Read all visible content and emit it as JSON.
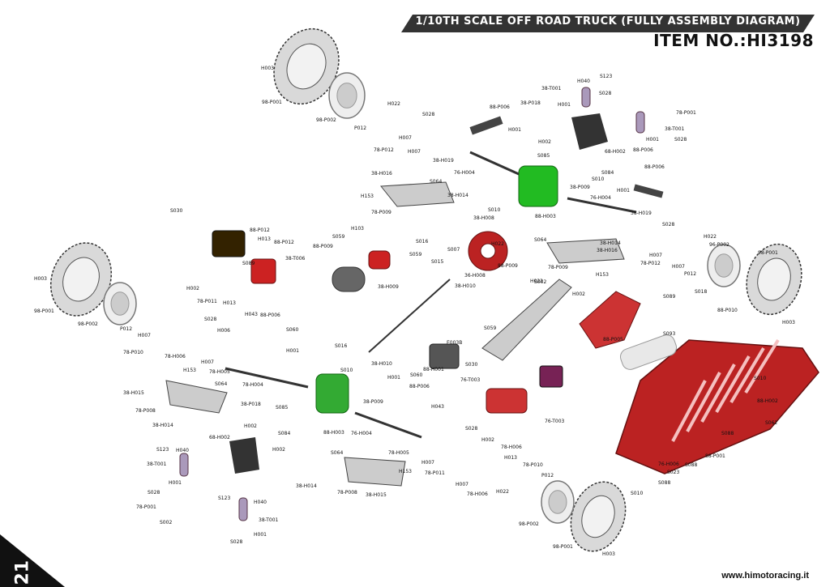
{
  "header": {
    "title": "1/10TH SCALE OFF ROAD TRUCK (FULLY ASSEMBLY DIAGRAM)",
    "item_no": "ITEM NO.:HI3198"
  },
  "footer": {
    "website": "www.himotoracing.it",
    "page_number": "21"
  },
  "part_labels": [
    "H003",
    "98-P001",
    "98-P002",
    "P012",
    "H022",
    "S028",
    "H007",
    "78-P012",
    "H007",
    "38-H019",
    "88-P006",
    "H001",
    "38-T001",
    "H040",
    "S123",
    "H001",
    "S028",
    "38-P018",
    "78-P001",
    "H002",
    "68-H002",
    "38-T001",
    "H001",
    "S028",
    "88-P006",
    "S085",
    "S010",
    "S084",
    "38-P009",
    "76-H004",
    "38-H016",
    "S064",
    "38-H014",
    "H153",
    "78-P009",
    "S010",
    "38-H008",
    "88-H003",
    "88-P006",
    "H001",
    "H003",
    "98-P001",
    "98-P002",
    "P012",
    "H007",
    "S030",
    "88-P012",
    "H013",
    "88-P012",
    "S089",
    "38-T006",
    "H103",
    "S059",
    "S016",
    "S059",
    "88-P009",
    "38-H009",
    "S007",
    "S015",
    "36-H008",
    "38-H010",
    "88-P009",
    "H022",
    "76-H004",
    "38-H019",
    "S028",
    "H022",
    "H007",
    "78-P012",
    "H007",
    "S064",
    "38-H014",
    "38-H016",
    "78-P009",
    "H153",
    "H022",
    "96-P002",
    "98-P001",
    "P012",
    "S002",
    "H002",
    "S089",
    "S018",
    "88-P010",
    "H003",
    "88-P005",
    "S093",
    "S010",
    "88-H002",
    "S062",
    "S088",
    "S088",
    "88-P001",
    "S023",
    "S088",
    "S010",
    "76-H006",
    "H002",
    "H013",
    "78-P011",
    "S028",
    "H006",
    "78-H006",
    "78-P010",
    "H007",
    "78-H005",
    "H043",
    "88-P006",
    "S060",
    "H001",
    "S016",
    "38-H010",
    "88-H001",
    "S059",
    "S030",
    "E003B",
    "H153",
    "78-H004",
    "S064",
    "38-H015",
    "78-P008",
    "38-H014",
    "38-P018",
    "H002",
    "S010",
    "38-P009",
    "H001",
    "S060",
    "88-P006",
    "H043",
    "S085",
    "S084",
    "88-H003",
    "76-T003",
    "76-T003",
    "68-H002",
    "H002",
    "76-H004",
    "S123",
    "H040",
    "38-T001",
    "H001",
    "S028",
    "78-P001",
    "S002",
    "S123",
    "H040",
    "38-T001",
    "H001",
    "S028",
    "S064",
    "H153",
    "38-H014",
    "78-P008",
    "38-H015",
    "78-H005",
    "H007",
    "S028",
    "H002",
    "78-H006",
    "78-P011",
    "H013",
    "78-P010",
    "H007",
    "78-H006",
    "H022",
    "P012",
    "98-P002",
    "98-P001",
    "H003"
  ]
}
